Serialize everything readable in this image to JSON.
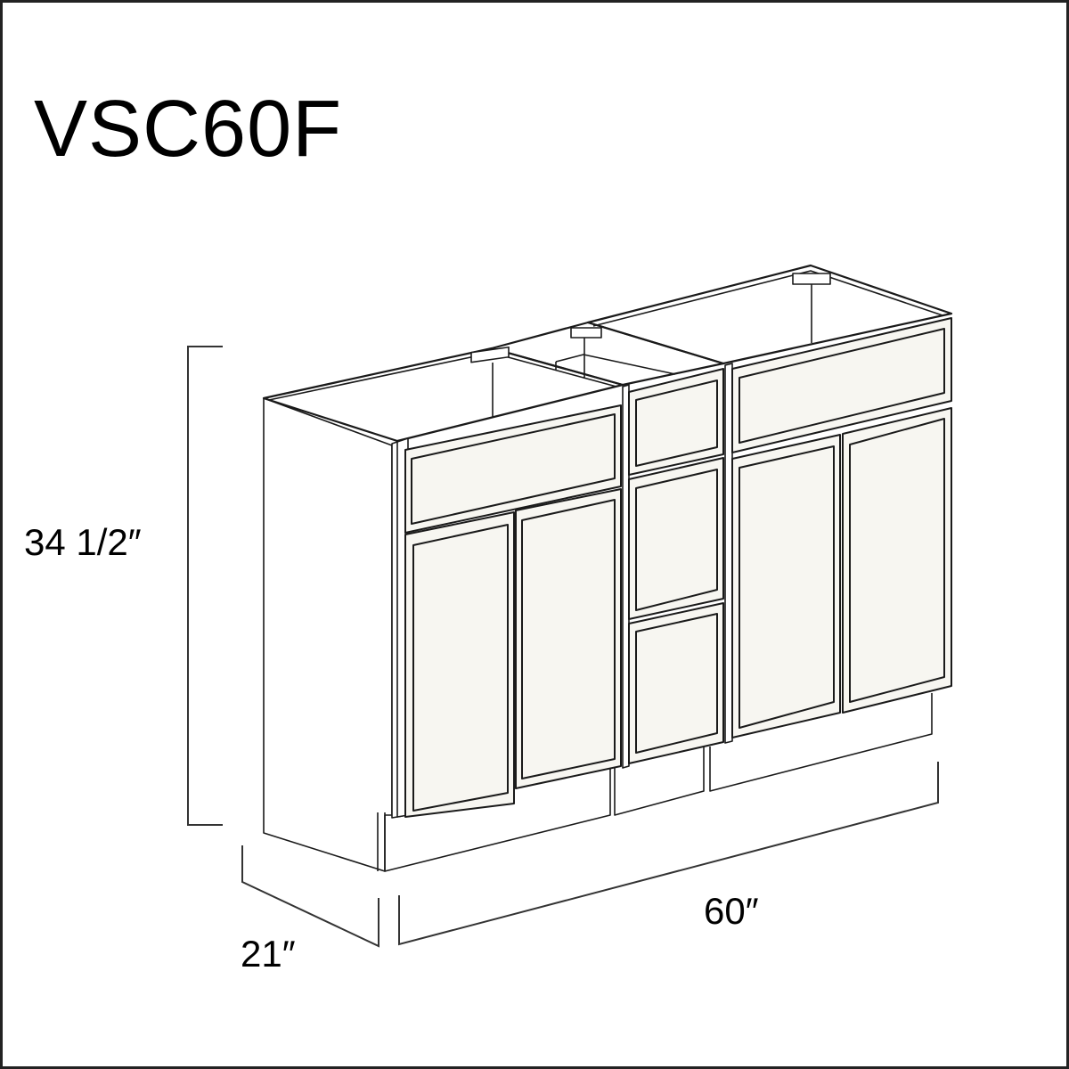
{
  "product": {
    "model": "VSC60F",
    "description_visible": "Vanity sink combo cabinet line drawing"
  },
  "dimensions": {
    "height": "34 1/2″",
    "depth": "21″",
    "width": "60″"
  },
  "colors": {
    "border": "#222222",
    "panel_fill": "#f7f6f1",
    "line": "#1a1a1a",
    "background": "#ffffff"
  }
}
